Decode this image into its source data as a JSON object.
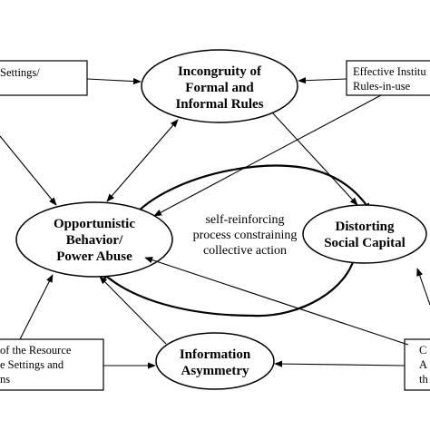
{
  "nodes": {
    "incongruity": {
      "lines": [
        "Incongruity of",
        "Formal and",
        "Informal Rules"
      ]
    },
    "opportunistic": {
      "lines": [
        "Opportunistic",
        "Behavior/",
        "Power Abuse"
      ]
    },
    "distorting": {
      "lines": [
        "Distorting",
        "Social Capital"
      ]
    },
    "information": {
      "lines": [
        "Information",
        "Asymmetry"
      ]
    }
  },
  "center": {
    "lines": [
      "self-reinforcing",
      "process constraining",
      "collective action"
    ]
  },
  "boxes": {
    "top_left": {
      "lines": [
        "Settings/"
      ]
    },
    "top_right": {
      "lines": [
        "Effective Institu",
        "Rules-in-use"
      ]
    },
    "bottom_left": {
      "lines": [
        "of the Resource",
        "e Settings and",
        "ns"
      ]
    },
    "bottom_right": {
      "lines": [
        "C",
        "A",
        "th"
      ]
    }
  }
}
